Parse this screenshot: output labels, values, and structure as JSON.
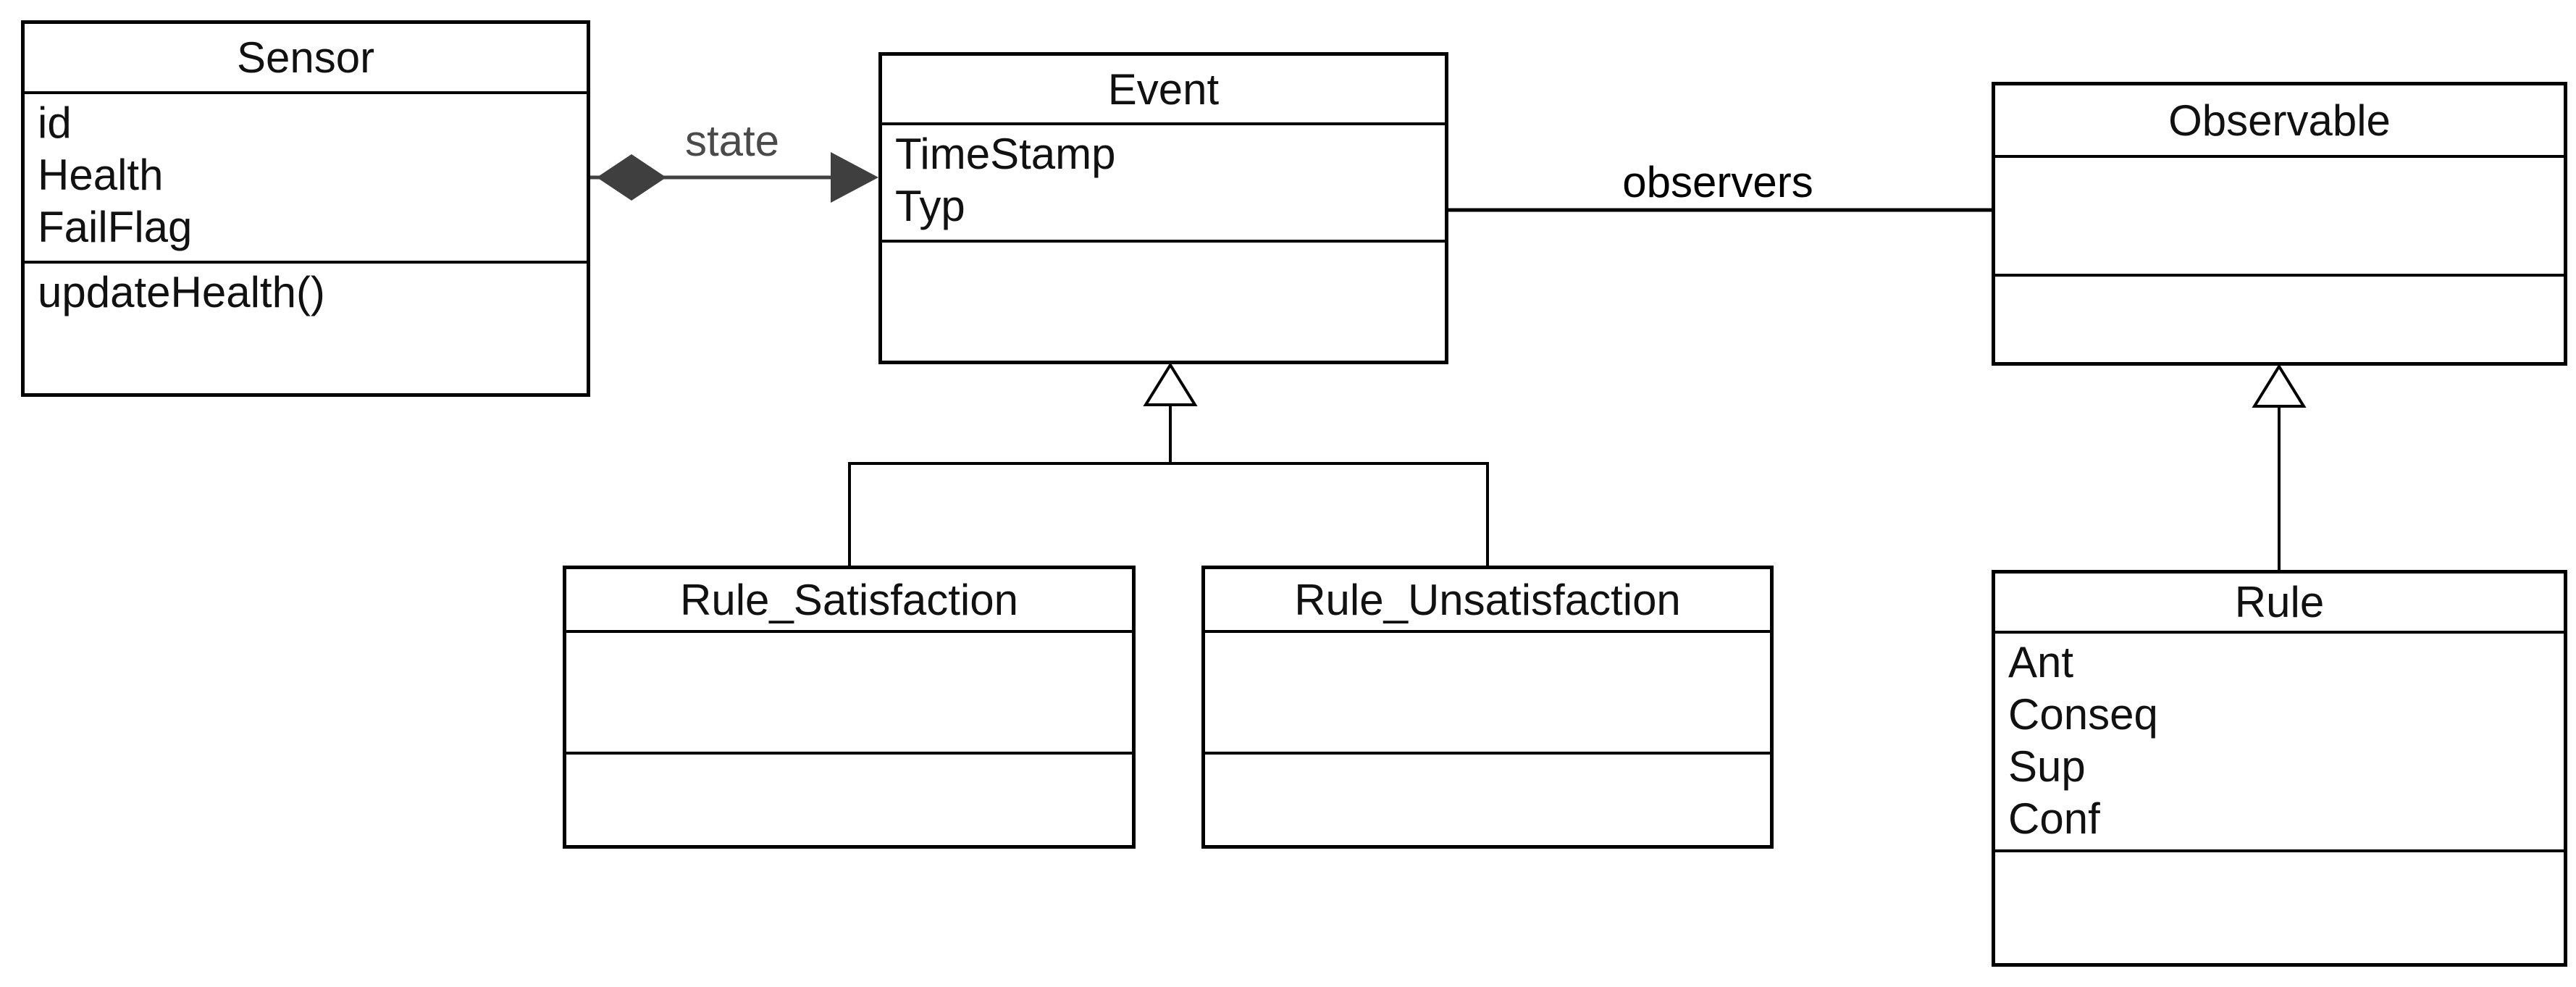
{
  "diagram": {
    "classes": {
      "sensor": {
        "title": "Sensor",
        "attributes": [
          "id",
          "Health",
          "FailFlag"
        ],
        "methods": [
          "updateHealth()"
        ]
      },
      "event": {
        "title": "Event",
        "attributes": [
          "TimeStamp",
          "Typ"
        ],
        "methods": []
      },
      "observable": {
        "title": "Observable",
        "attributes": [],
        "methods": []
      },
      "rule_satisfaction": {
        "title": "Rule_Satisfaction",
        "attributes": [],
        "methods": []
      },
      "rule_unsatisfaction": {
        "title": "Rule_Unsatisfaction",
        "attributes": [],
        "methods": []
      },
      "rule": {
        "title": "Rule",
        "attributes": [
          "Ant",
          "Conseq",
          "Sup",
          "Conf"
        ],
        "methods": []
      }
    },
    "associations": {
      "state": {
        "label": "state",
        "type": "composition-with-arrow",
        "from": "Sensor",
        "to": "Event"
      },
      "observers": {
        "label": "observers",
        "type": "association",
        "from": "Event",
        "to": "Observable"
      },
      "event_generalization": {
        "type": "inheritance",
        "parent": "Event",
        "children": [
          "Rule_Satisfaction",
          "Rule_Unsatisfaction"
        ]
      },
      "observable_generalization": {
        "type": "inheritance",
        "parent": "Observable",
        "children": [
          "Rule"
        ]
      }
    },
    "colors": {
      "background": "#ffffff",
      "box_border": "#000000",
      "text": "#111111",
      "state_connector": "#424242",
      "state_marker_fill": "#3f3f3f",
      "state_label": "#4a4a4a",
      "observers_line": "#000000",
      "inheritance_line": "#000000",
      "inheritance_triangle_fill": "#ffffff"
    }
  }
}
